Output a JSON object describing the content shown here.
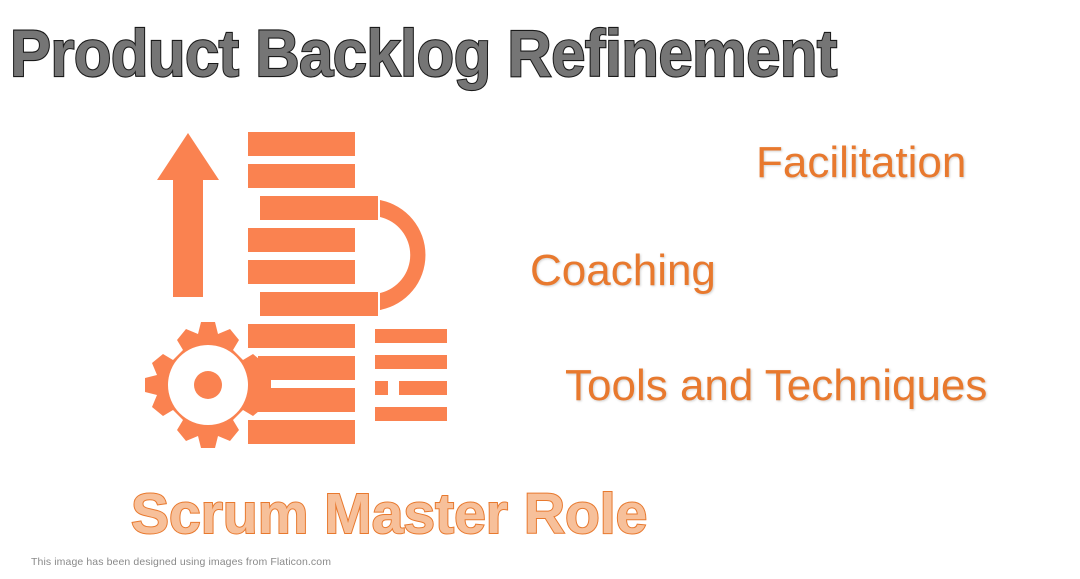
{
  "slide": {
    "background_color": "#ffffff",
    "title": "Product Backlog Refinement",
    "subtitle": "Scrum Master Role",
    "credit": "This image  has been designed using images from Flaticon.com"
  },
  "colors": {
    "title_fill": "#757575",
    "title_outline": "#1a1a1a",
    "keyword_orange": "#e8792e",
    "icon_orange": "#fa8250",
    "subtitle_fill": "#f7c09a",
    "subtitle_outline": "#e8792e",
    "credit_gray": "#8a8a8a"
  },
  "keywords": [
    {
      "id": "facilitation",
      "label": "Facilitation"
    },
    {
      "id": "coaching",
      "label": "Coaching"
    },
    {
      "id": "tools",
      "label": "Tools and Techniques"
    }
  ],
  "artwork": {
    "name": "backlog-refinement-icon",
    "parts": [
      "up-arrow-icon",
      "gear-icon",
      "backlog-bar-stack-icon",
      "half-circle-arc-icon",
      "list-lines-icon"
    ]
  }
}
